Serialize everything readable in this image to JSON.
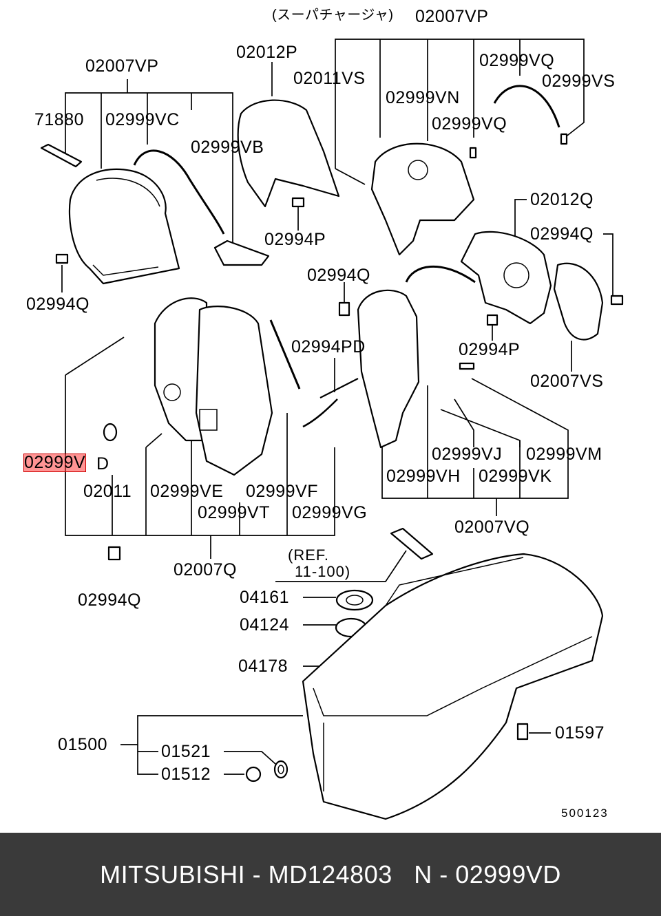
{
  "diagram": {
    "labels": {
      "supercharger_note": "(スーパチャージャ)",
      "l_02007VP_top": "02007VP",
      "l_02012P": "02012P",
      "l_02011VS": "02011VS",
      "l_02999VQ_a": "02999VQ",
      "l_02999VS": "02999VS",
      "l_02999VN": "02999VN",
      "l_02999VQ_b": "02999VQ",
      "l_02007VP_left": "02007VP",
      "l_71880": "71880",
      "l_02999VC": "02999VC",
      "l_02999VB": "02999VB",
      "l_02994P_a": "02994P",
      "l_02012Q": "02012Q",
      "l_02994Q_r": "02994Q",
      "l_02994Q_mid": "02994Q",
      "l_02994Q_left": "02994Q",
      "l_02994PD": "02994PD",
      "l_02994P_b": "02994P",
      "l_02007VS": "02007VS",
      "l_02999VD_a": "02999V",
      "l_02999VD_b": "D",
      "l_02011": "02011",
      "l_02999VE": "02999VE",
      "l_02999VF": "02999VF",
      "l_02999VT": "02999VT",
      "l_02999VG": "02999VG",
      "l_02999VJ": "02999VJ",
      "l_02999VM": "02999VM",
      "l_02999VH": "02999VH",
      "l_02999VK": "02999VK",
      "l_02007VQ": "02007VQ",
      "l_02007Q": "02007Q",
      "l_02994Q_bot": "02994Q",
      "l_ref1": "(REF.",
      "l_ref2": "11-100)",
      "l_04161": "04161",
      "l_04124": "04124",
      "l_04178": "04178",
      "l_01500": "01500",
      "l_01521": "01521",
      "l_01512": "01512",
      "l_01597": "01597",
      "l_diagram_no": "500123"
    }
  },
  "footer": {
    "caption": "MITSUBISHI - MD124803   N - 02999VD"
  },
  "colors": {
    "highlight": "#ff3c3c",
    "footer_bg": "#3a3a3a",
    "line": "#000000"
  }
}
